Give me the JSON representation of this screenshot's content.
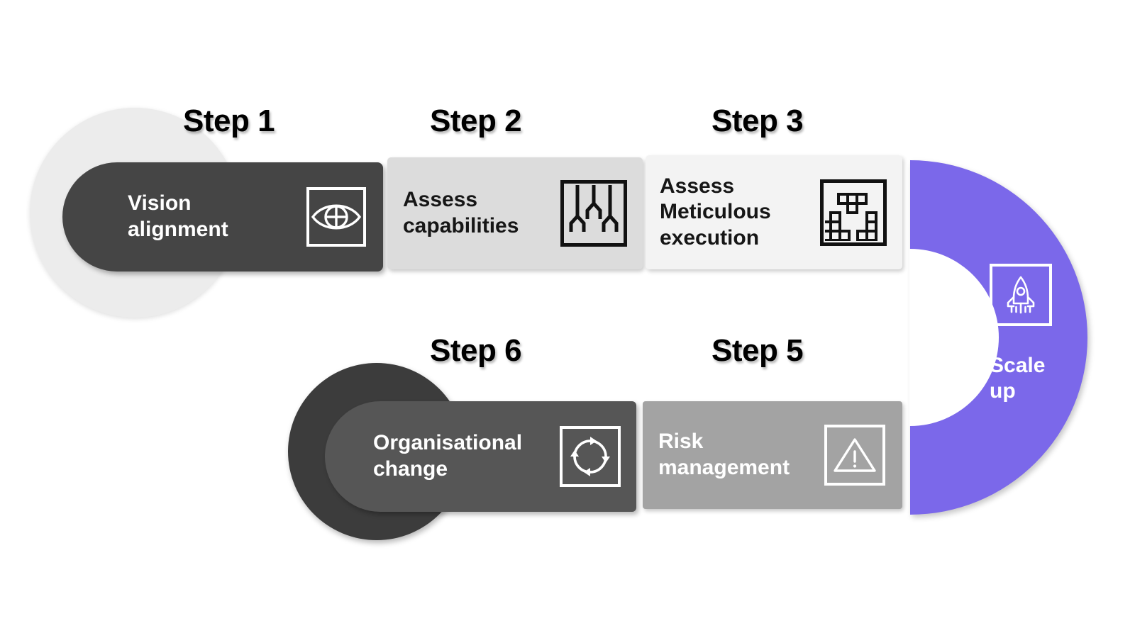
{
  "diagram": {
    "title_accent_color": "#7b68ea",
    "steps": [
      {
        "caption": "Step 1",
        "label": "Vision\nalignment",
        "icon": "eye-target-icon",
        "bar_color": "#454545",
        "text_color": "#ffffff"
      },
      {
        "caption": "Step 2",
        "label": "Assess\ncapabilities",
        "icon": "capability-forks-icon",
        "bar_color": "#dcdcdc",
        "text_color": "#161616"
      },
      {
        "caption": "Step 3",
        "label": "Assess\nMeticulous\nexecution",
        "icon": "blocks-grid-icon",
        "bar_color": "#f3f3f3",
        "text_color": "#161616"
      },
      {
        "caption": "Step 5",
        "label": "Risk\nmanagement",
        "icon": "warning-triangle-icon",
        "bar_color": "#a3a3a3",
        "text_color": "#ffffff"
      },
      {
        "caption": "Step 6",
        "label": "Organisational\nchange",
        "icon": "circular-arrows-icon",
        "bar_color": "#565656",
        "text_color": "#ffffff"
      }
    ],
    "endpoint": {
      "label": "Scale\nup",
      "icon": "rocket-icon",
      "color": "#7b68ea",
      "text_color": "#ffffff"
    },
    "decorations": {
      "start_circle_color": "#ececec",
      "change_circle_color": "#3c3c3c"
    }
  }
}
